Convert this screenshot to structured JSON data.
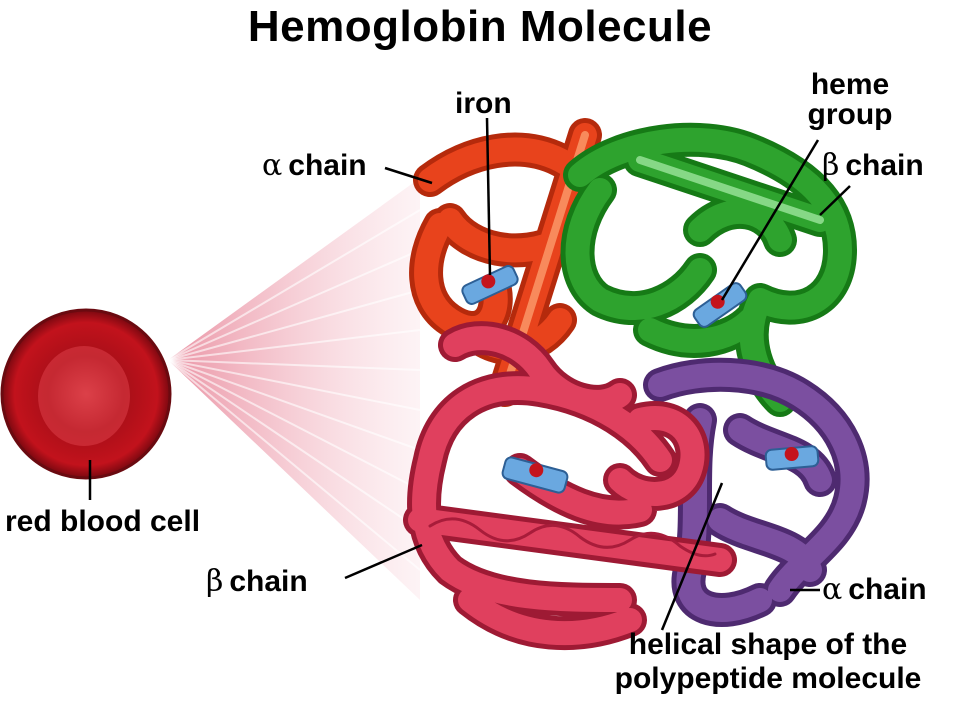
{
  "title": "Hemoglobin Molecule",
  "labels": {
    "iron": "iron",
    "heme_group": [
      "heme",
      "group"
    ],
    "alpha_chain_top": {
      "symbol": "α",
      "text": "chain"
    },
    "beta_chain_top": {
      "symbol": "β",
      "text": "chain"
    },
    "beta_chain_bottom": {
      "symbol": "β",
      "text": "chain"
    },
    "alpha_chain_bottom": {
      "symbol": "α",
      "text": "chain"
    },
    "red_blood_cell": "red blood cell",
    "helical_shape": [
      "helical shape of the",
      "polypeptide molecule"
    ]
  },
  "colors": {
    "alpha_chain_top": "#e8431c",
    "beta_chain_top": "#2ea32e",
    "beta_chain_bottom": "#e0405e",
    "alpha_chain_bottom": "#7b4fa0",
    "red_blood_cell": "#c0141e",
    "heme_group": "#6aa8e0",
    "iron": "#c4141c",
    "rays": "#f4b9c4"
  }
}
